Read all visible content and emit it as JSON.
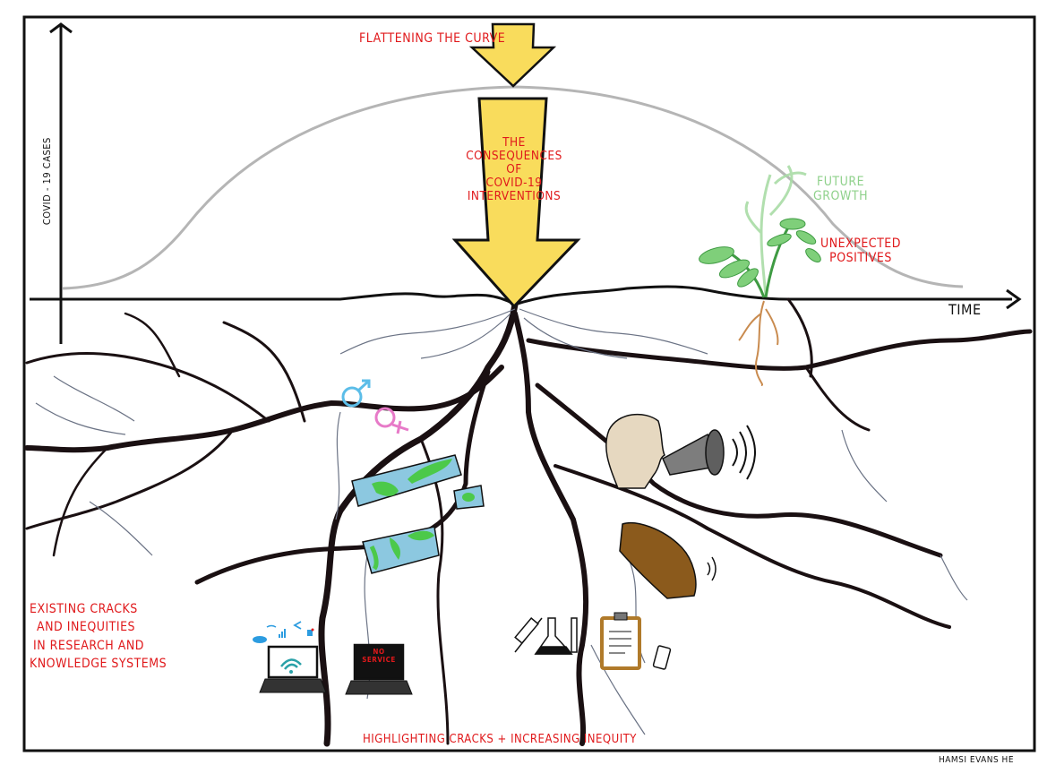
{
  "title": "Flattening the Curve",
  "main_arrow_text": [
    "The",
    "Consequences",
    "of",
    "COVID-19",
    "Interventions"
  ],
  "axes": {
    "y_label": "COVID - 19 Cases",
    "x_label": "Time"
  },
  "annotations": {
    "future_growth": [
      "Future",
      "Growth"
    ],
    "unexpected_positives": [
      "Unexpected",
      "Positives"
    ],
    "existing_cracks": [
      "Existing cracks",
      "and inequities",
      "in research and",
      "knowledge systems"
    ],
    "highlighting_cracks": "Highlighting cracks + increasing inequity",
    "no_service": [
      "No",
      "Service"
    ],
    "credit": "Hamsi Evans HE"
  },
  "colors": {
    "label_red": "#e0191b",
    "arrow_yellow": "#f9dc5c",
    "plant_green": "#6cc46a",
    "future_green": "#a9dca6",
    "root_brown": "#c98b4f",
    "crack_black": "#1a1012",
    "curve_grey": "#b5b5b5",
    "map_blue": "#8cc8e0",
    "male_blue": "#5bbde8",
    "female_pink": "#e77ac8"
  },
  "icons": [
    "male-symbol-icon",
    "female-symbol-icon",
    "world-map-icon",
    "megaphone-icon",
    "person-shouting-icon",
    "person-listening-icon",
    "laptop-wifi-icon",
    "laptop-no-service-icon",
    "syringe-icon",
    "flask-icon",
    "clipboard-icon",
    "phone-icon",
    "plant-icon",
    "cloud-icon",
    "wifi-icon",
    "signal-icon",
    "share-icon"
  ]
}
